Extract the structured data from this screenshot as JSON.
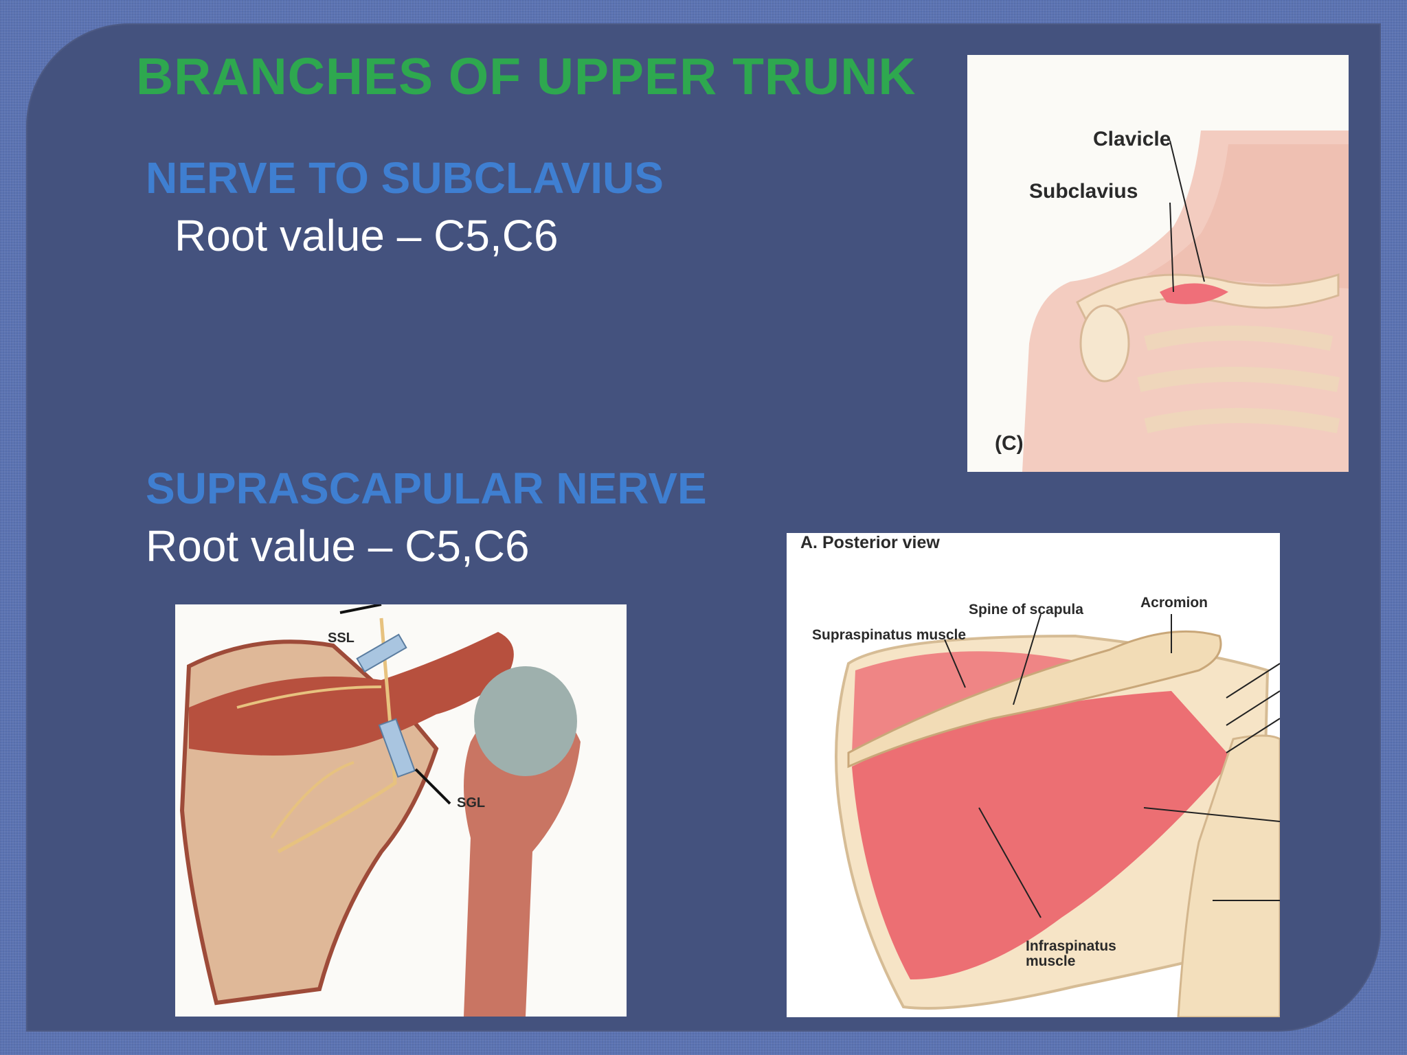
{
  "slide": {
    "title": "BRANCHES OF UPPER TRUNK",
    "sections": [
      {
        "heading": "NERVE TO SUBCLAVIUS",
        "root_value": "Root value – C5,C6"
      },
      {
        "heading": "SUPRASCAPULAR NERVE",
        "root_value": "Root value – C5,C6"
      }
    ]
  },
  "figures": {
    "subclavius": {
      "labels": {
        "clavicle": "Clavicle",
        "subclavius": "Subclavius",
        "panel": "(C)"
      }
    },
    "scapula_ligaments": {
      "labels": {
        "ssl": "SSL",
        "sgl": "SGL"
      }
    },
    "posterior": {
      "labels": {
        "view": "A. Posterior view",
        "spine": "Spine of scapula",
        "acromion": "Acromion",
        "supraspinatus": "Supraspinatus muscle",
        "infraspinatus_1": "Infraspinatus",
        "infraspinatus_2": "muscle"
      }
    }
  },
  "colors": {
    "panel_bg": "#44527e",
    "outer_bg": "#5b73b3",
    "title": "#2ea84f",
    "heading": "#3f7fd1",
    "text": "#ffffff"
  }
}
